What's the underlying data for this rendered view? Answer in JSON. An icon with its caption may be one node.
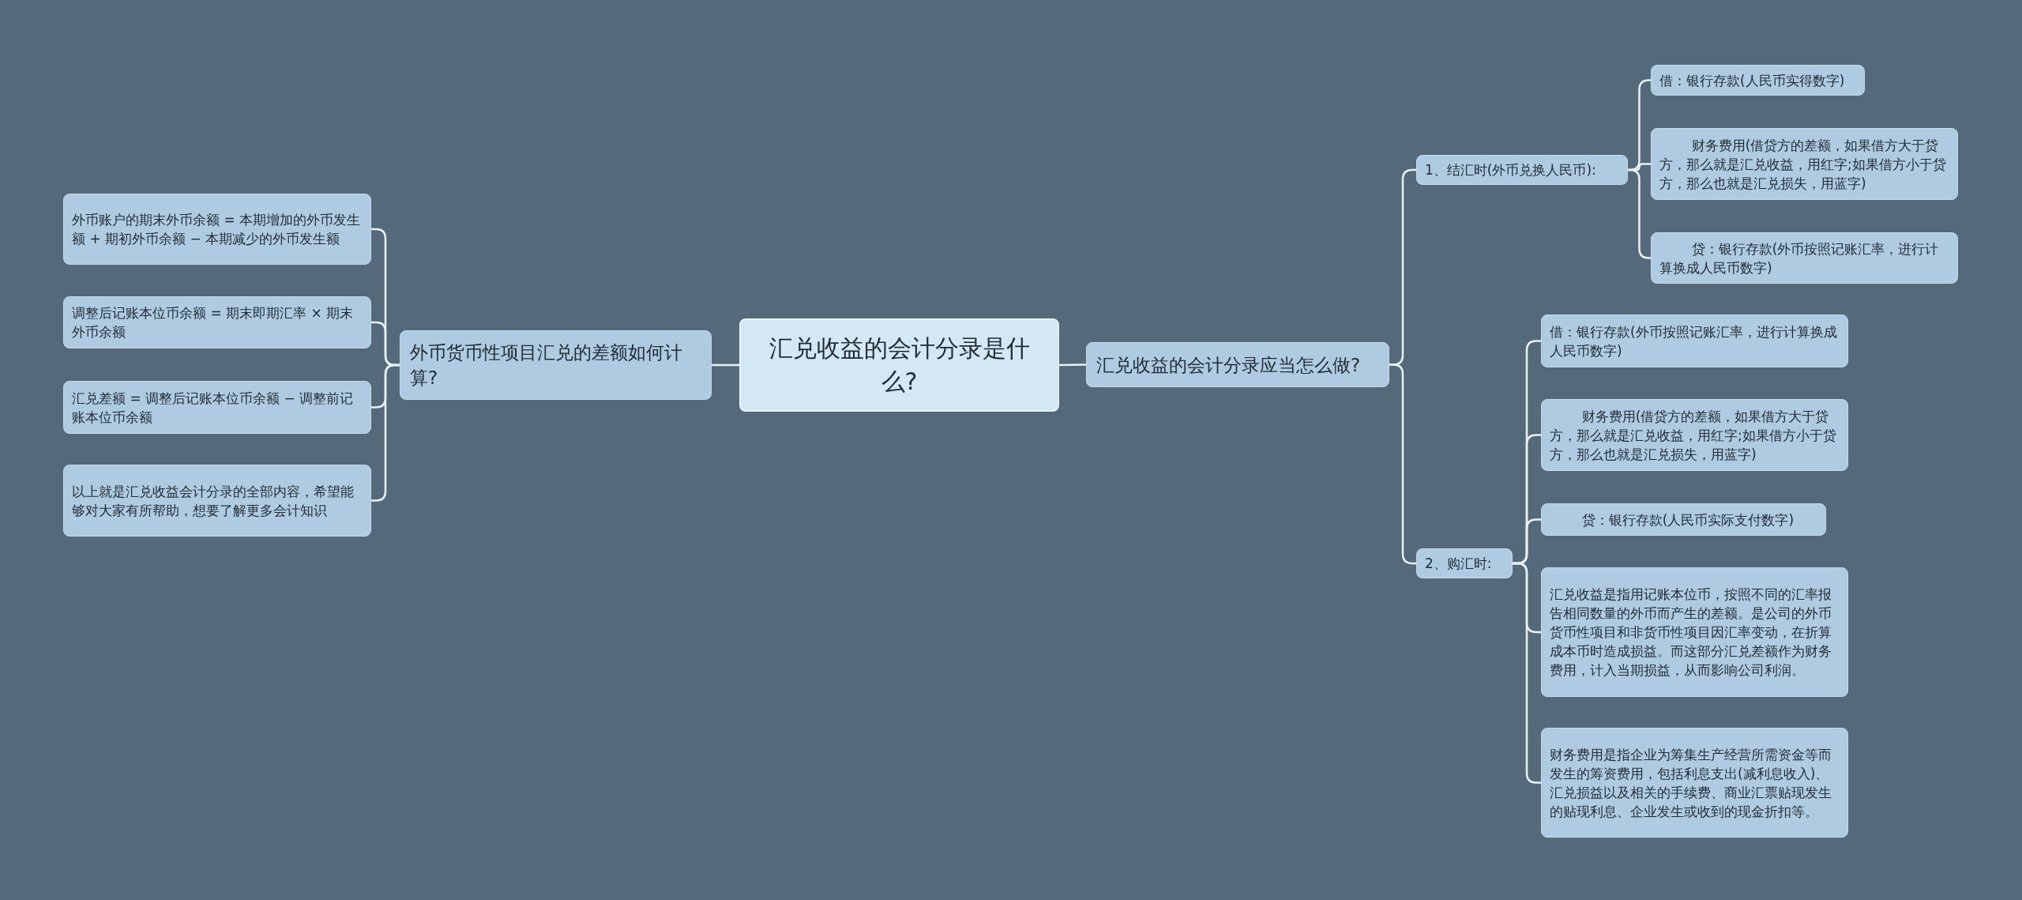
{
  "diagram": {
    "nodes": [
      {
        "text": [
          "汇兑收益的会计分录是什么?"
        ]
      },
      {
        "text": [
          "外币货币性项目汇兑的差额如何计算?"
        ]
      },
      {
        "text": [
          "外币账户的期末外币余额 = 本期增加的外币发生额 + 期初外币余额 − 本期减少的外币发生额"
        ]
      },
      {
        "text": [
          "调整后记账本位币余额 = 期末即期汇率 × 期末外币余额"
        ]
      },
      {
        "text": [
          "汇兑差额 = 调整后记账本位币余额 − 调整前记账本位币余额"
        ]
      },
      {
        "text": [
          "以上就是汇兑收益会计分录的全部内容，希望能够对大家有所帮助，想要了解更多会计知识"
        ]
      },
      {
        "text": [
          "汇兑收益的会计分录应当怎么做?"
        ]
      },
      {
        "text": [
          "1、结汇时(外币兑换人民币):"
        ]
      },
      {
        "text": [
          "借：银行存款(人民币实得数字)"
        ]
      },
      {
        "text": [
          "财务费用(借贷方的差额，如果借方大于贷方，那么就是汇兑收益，用红字;如果借方小于贷方，那么也就是汇兑损失，用蓝字)"
        ]
      },
      {
        "text": [
          "贷：银行存款(外币按照记账汇率，进行计算换成人民币数字)"
        ]
      },
      {
        "text": [
          "2、购汇时:"
        ]
      },
      {
        "text": [
          "借：银行存款(外币按照记账汇率，进行计算换成人民币数字)"
        ]
      },
      {
        "text": [
          "财务费用(借贷方的差额，如果借方大于贷方，那么就是汇兑收益，用红字;如果借方小于贷方，那么也就是汇兑损失，用蓝字)"
        ]
      },
      {
        "text": [
          "贷：银行存款(人民币实际支付数字)"
        ]
      },
      {
        "text": [
          "汇兑收益是指用记账本位币，按照不同的汇率报告相同数量的外币而产生的差额。是公司的外币货币性项目和非货币性项目因汇率变动，在折算成本币时造成损益。而这部分汇兑差额作为财务费用，计入当期损益，从而影响公司利润。"
        ]
      },
      {
        "text": [
          "财务费用是指企业为筹集生产经营所需资金等而发生的筹资费用，包括利息支出(减利息收入)、汇兑损益以及相关的手续费、商业汇票贴现发生的贴现利息、企业发生或收到的现金折扣等。"
        ]
      }
    ],
    "edges": [
      {
        "from": 0,
        "to": 1,
        "arrow": "none"
      },
      {
        "from": 1,
        "to": 2,
        "arrow": "none"
      },
      {
        "from": 1,
        "to": 3,
        "arrow": "none"
      },
      {
        "from": 1,
        "to": 4,
        "arrow": "none"
      },
      {
        "from": 1,
        "to": 5,
        "arrow": "none"
      },
      {
        "from": 0,
        "to": 6,
        "arrow": "none"
      },
      {
        "from": 6,
        "to": 7,
        "arrow": "none"
      },
      {
        "from": 7,
        "to": 8,
        "arrow": "none"
      },
      {
        "from": 7,
        "to": 9,
        "arrow": "none"
      },
      {
        "from": 7,
        "to": 10,
        "arrow": "none"
      },
      {
        "from": 6,
        "to": 11,
        "arrow": "none"
      },
      {
        "from": 11,
        "to": 12,
        "arrow": "none"
      },
      {
        "from": 11,
        "to": 13,
        "arrow": "none"
      },
      {
        "from": 11,
        "to": 14,
        "arrow": "none"
      },
      {
        "from": 11,
        "to": 15,
        "arrow": "none"
      },
      {
        "from": 11,
        "to": 16,
        "arrow": "none"
      }
    ]
  }
}
